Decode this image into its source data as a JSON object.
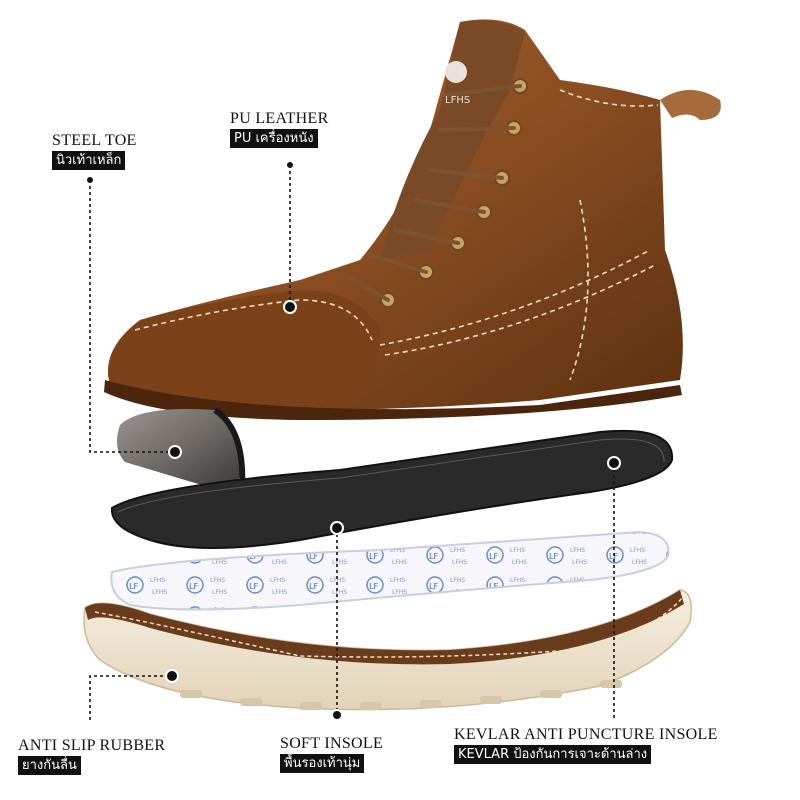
{
  "callouts": {
    "steel_toe": {
      "en": "STEEL TOE",
      "th": "นิวเท้าเหล็ก"
    },
    "pu_leather": {
      "en": "PU LEATHER",
      "th": "PU เครื่องหนัง"
    },
    "anti_slip": {
      "en": "ANTI SLIP RUBBER",
      "th": "ยางกันลื่น"
    },
    "soft_insole": {
      "en": "SOFT INSOLE",
      "th": "พื้นรองเท้านุ่ม"
    },
    "kevlar": {
      "en": "KEVLAR ANTI PUNCTURE INSOLE",
      "th": "KEVLAR ป้องกันการเจาะด้านล่าง"
    }
  },
  "brand_mark": "LFHS",
  "insole_print": "LFHS",
  "colors": {
    "leather": "#8a4e22",
    "leather_dark": "#5a2e10",
    "stitch": "#f1dcc0",
    "sole": "#efe3cf",
    "kevlar": "#2a2a2a",
    "steel": "#6f6a66"
  }
}
